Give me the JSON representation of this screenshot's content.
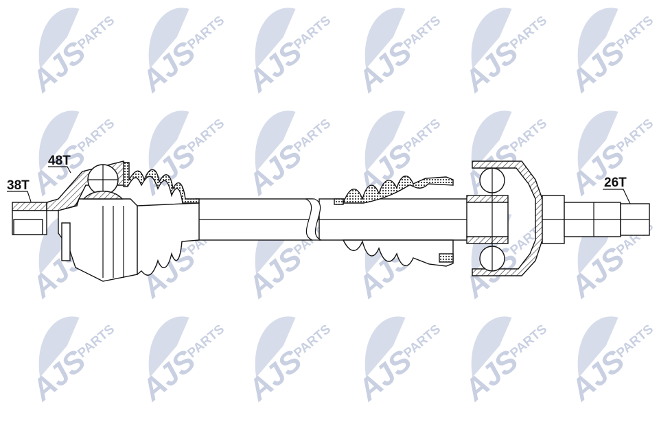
{
  "watermark": {
    "brand": "AJS",
    "sub": "PARTS",
    "color": "#c9d0e2"
  },
  "labels": {
    "outer_spline": "38T",
    "abs_ring": "48T",
    "inner_spline": "26T"
  }
}
